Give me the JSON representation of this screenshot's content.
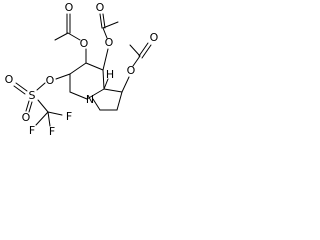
{
  "diagram": {
    "labels": {
      "o_acetoxy_left": "O",
      "o_carbonyl_left": "O",
      "o_acetoxy_mid": "O",
      "o_carbonyl_mid": "O",
      "o_acetoxy_right": "O",
      "o_carbonyl_right": "O",
      "o_sulfonate": "O",
      "sulfur": "S",
      "o_sulfonyl_a": "O",
      "o_sulfonyl_b": "O",
      "fluorine_1": "F",
      "fluorine_2": "F",
      "fluorine_3": "F",
      "nitrogen": "N",
      "stereo_h": "H"
    }
  }
}
